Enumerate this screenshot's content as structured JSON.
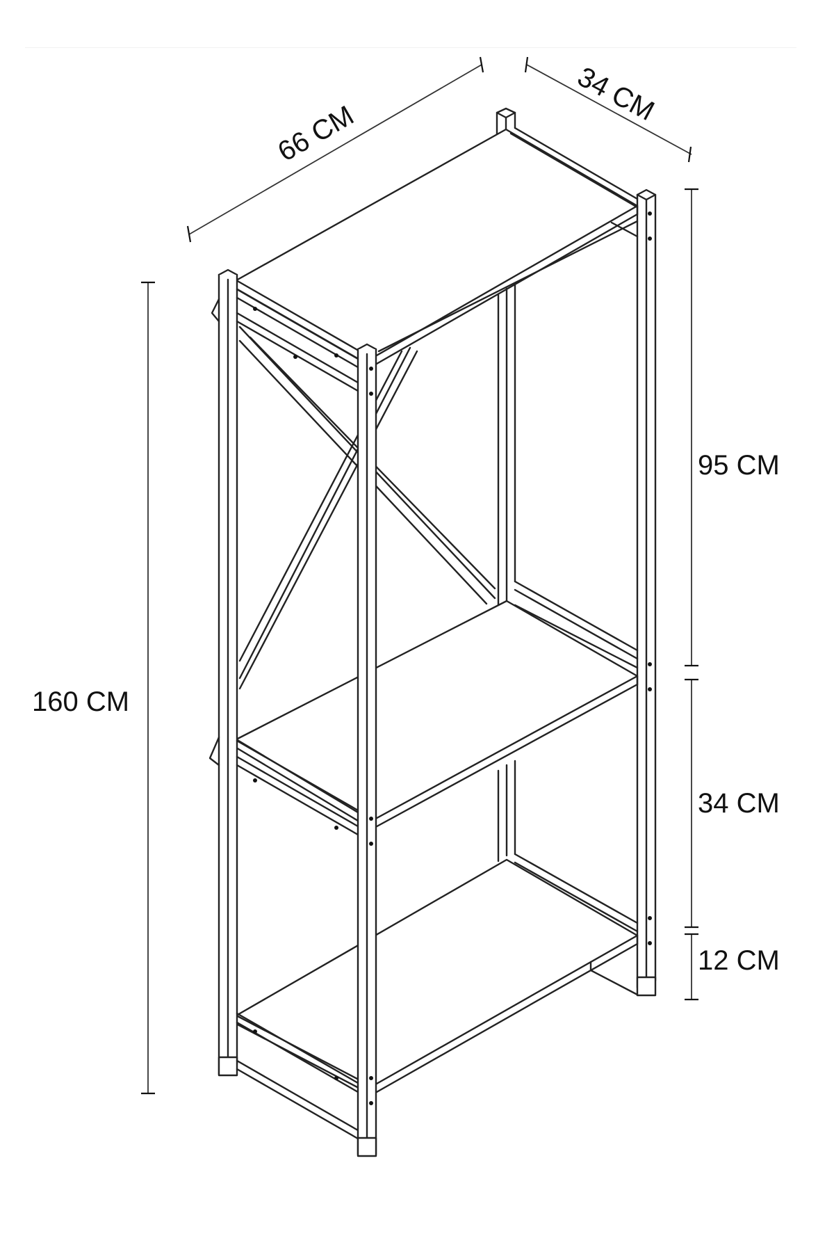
{
  "diagram": {
    "type": "technical dimension drawing",
    "subject": "three-tier metal frame shelving unit with X-brace",
    "dimensions": {
      "width": "66 CM",
      "depth": "34 CM",
      "total_height": "160 CM",
      "upper_section_height": "95 CM",
      "middle_section_height": "34 CM",
      "bottom_clearance": "12 CM"
    },
    "shelves": [
      "top shelf",
      "middle shelf",
      "bottom shelf"
    ],
    "colors": {
      "line": "#222222",
      "background": "#ffffff",
      "text": "#111111"
    }
  }
}
